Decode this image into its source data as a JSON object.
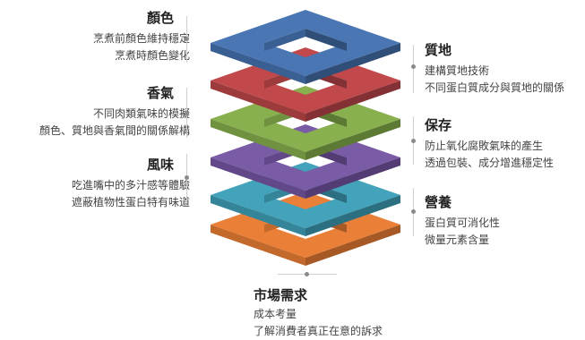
{
  "layers": [
    {
      "key": "color",
      "title": "顏色",
      "lines": [
        "烹煮前顏色維持穩定",
        "烹煮時顏色變化"
      ],
      "top": "#4a77b4",
      "front": "#3a5f92",
      "side": "#2f4e78"
    },
    {
      "key": "texture",
      "title": "質地",
      "lines": [
        "建構質地技術",
        "不同蛋白質成分與質地的關係"
      ],
      "top": "#c1494c",
      "front": "#9d3a3c",
      "side": "#833134"
    },
    {
      "key": "aroma",
      "title": "香氣",
      "lines": [
        "不同肉類氣味的模擬",
        "顏色、質地與香氣間的關係解構"
      ],
      "top": "#89b04f",
      "front": "#6f9140",
      "side": "#5d7a35"
    },
    {
      "key": "preserve",
      "title": "保存",
      "lines": [
        "防止氧化腐敗氣味的產生",
        "透過包裝、成分增進穩定性"
      ],
      "top": "#7a5ba6",
      "front": "#624889",
      "side": "#523c73"
    },
    {
      "key": "flavor",
      "title": "風味",
      "lines": [
        "吃進嘴中的多汁感等體驗",
        "遮蔽植物性蛋白特有味道"
      ],
      "top": "#42a3ba",
      "front": "#348599",
      "side": "#2b6f80"
    },
    {
      "key": "nutrition",
      "title": "營養",
      "lines": [
        "蛋白質可消化性",
        "微量元素含量"
      ],
      "top": "#ea7f37",
      "front": "#c4692c",
      "side": "#a65924"
    }
  ],
  "market": {
    "title": "市場需求",
    "lines": [
      "成本考量",
      "了解消費者真正在意的訴求"
    ]
  }
}
